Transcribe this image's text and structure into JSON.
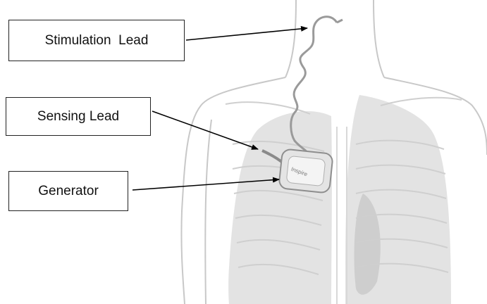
{
  "labels": {
    "stimulation_lead": "Stimulation  Lead",
    "sensing_lead": "Sensing Lead",
    "generator": "Generator"
  },
  "device_text": "Inspire",
  "colors": {
    "outline": "#c8c8c8",
    "lung": "#d9d9d9",
    "lung_dark": "#c4c4c4",
    "lead_wire": "#9a9a9a",
    "arrow": "#000000",
    "box_border": "#222222"
  },
  "icons": [
    "torso-illustration",
    "lungs",
    "ribcage",
    "generator-device",
    "stimulation-lead-wire",
    "sensing-lead-wire"
  ]
}
